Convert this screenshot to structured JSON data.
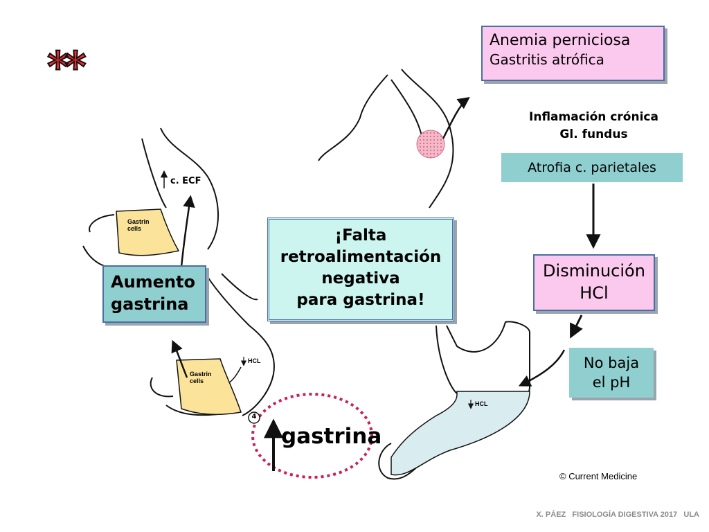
{
  "stars": "**",
  "anemia": {
    "line1": "Anemia perniciosa",
    "line2": "Gastritis atrófica"
  },
  "inflamacion": {
    "line1": "Inflamación crónica",
    "line2": "Gl. fundus"
  },
  "atrofia": "Atrofia c. parietales",
  "disminucion": {
    "line1": "Disminución",
    "line2": "HCl"
  },
  "no_baja": {
    "line1": "No baja",
    "line2": "el pH"
  },
  "falta": {
    "line1": "¡Falta",
    "line2": "retroalimentación",
    "line3": "negativa",
    "line4": "para gastrina!"
  },
  "aumento": {
    "line1": "Aumento",
    "line2": "gastrina"
  },
  "ecf": "c. ECF",
  "gastrin_cells": {
    "line1": "Gastrin",
    "line2": "cells"
  },
  "hcl_label": "HCL",
  "step_number": "4",
  "gastrina_big": "gastrina",
  "copyright": "© Current Medicine",
  "footer": "X. PÁEZ   FISIOLOGÍA DIGESTIVA 2017   ULA",
  "colors": {
    "pink": "#fbc8ee",
    "teal": "#8fcfcf",
    "cyan": "#ccf5f0",
    "gastrin_yellow": "#fbe49a",
    "ellipse": "#c8205a"
  }
}
